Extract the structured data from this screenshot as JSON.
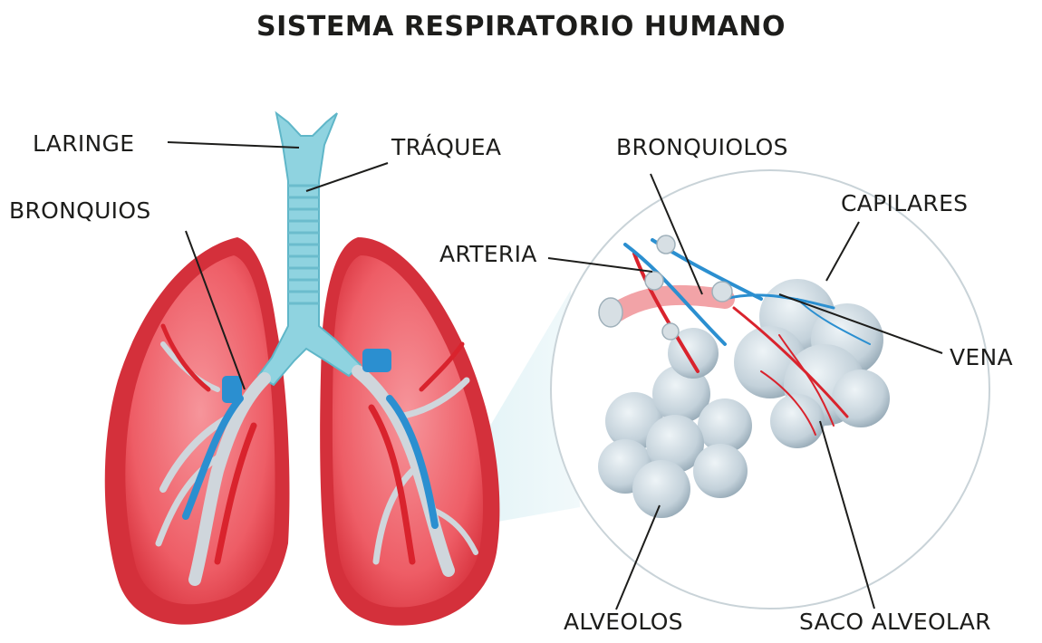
{
  "title": "SISTEMA RESPIRATORIO HUMANO",
  "labels": {
    "laringe": "LARINGE",
    "traquea": "TRÁQUEA",
    "bronquios": "BRONQUIOS",
    "bronquiolos": "BRONQUIOLOS",
    "capilares": "CAPILARES",
    "arteria": "ARTERIA",
    "vena": "VENA",
    "alveolos": "ALVEOLOS",
    "saco_alveolar": "SACO ALVEOLAR"
  },
  "colors": {
    "lung": "#e8404c",
    "lung_light": "#f47c83",
    "trachea": "#8fd3e0",
    "artery": "#d9232d",
    "vein": "#2b8fd0",
    "bronchi": "#cfd6dc",
    "alveoli": "#c4d3dc"
  }
}
